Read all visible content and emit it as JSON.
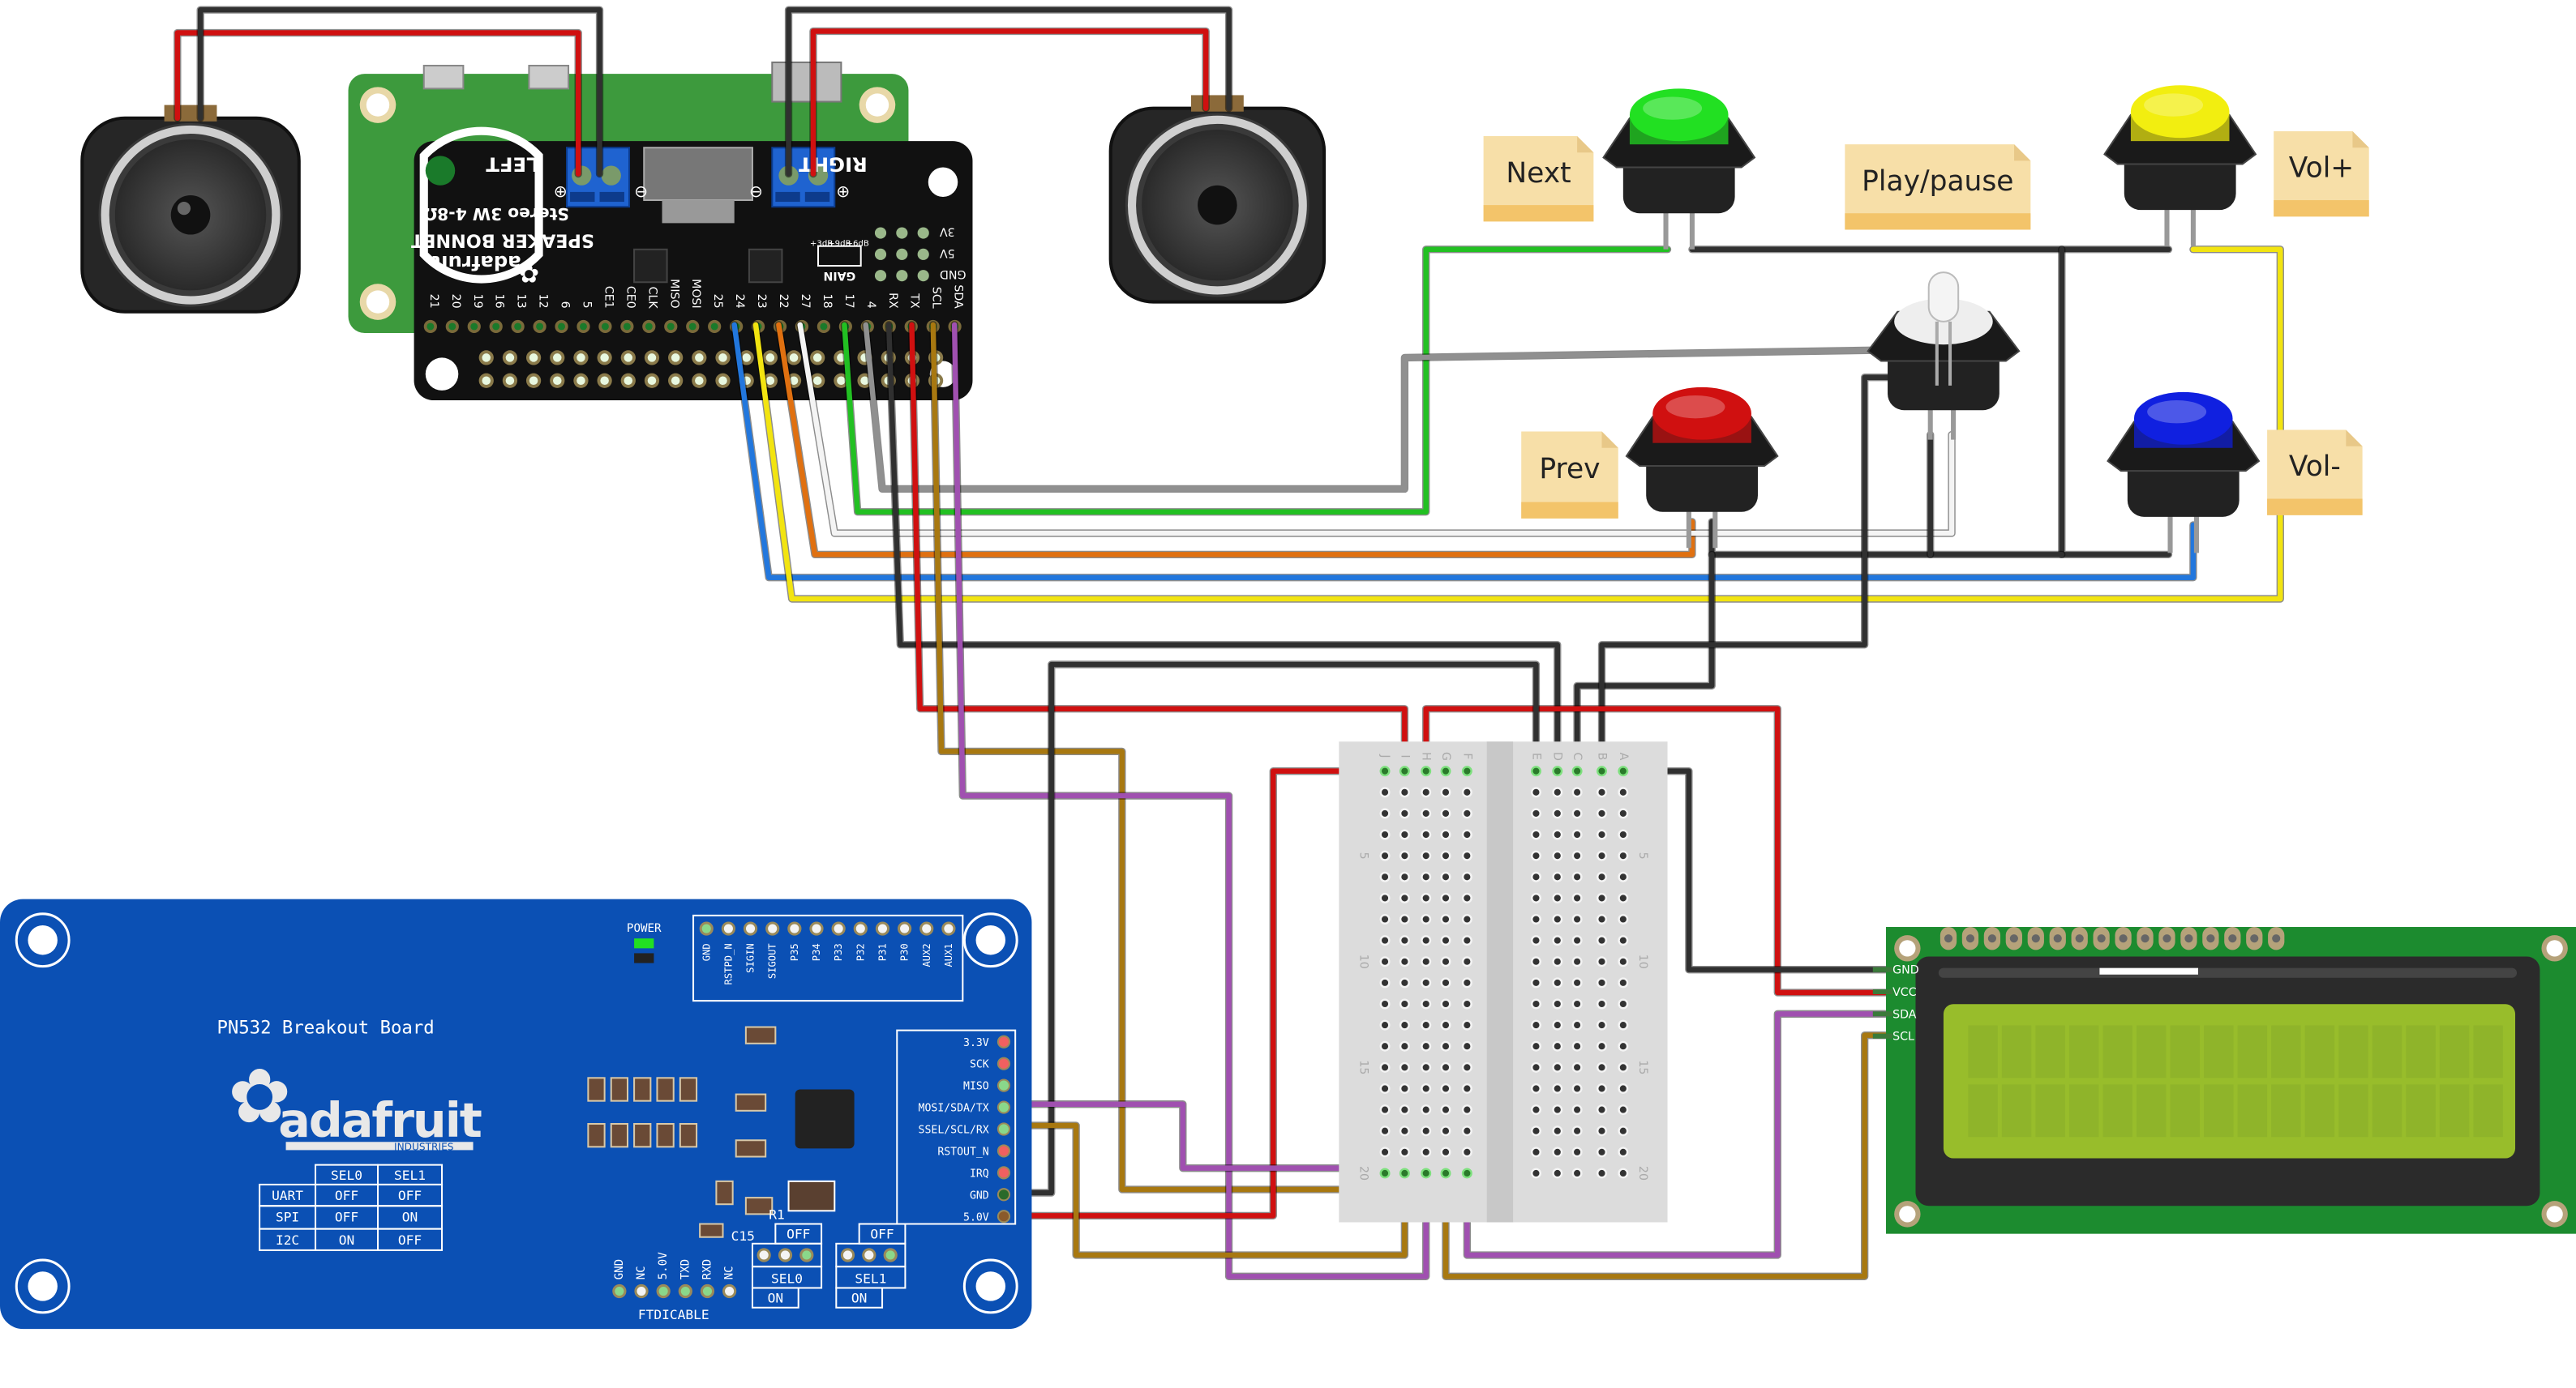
{
  "colors": {
    "pcb_green": "#3d9a3d",
    "bonnet_black": "#111111",
    "pn532_blue": "#0b50b4",
    "lcd_green": "#1c8b2f",
    "lcd_screen": "#98bd2b",
    "breadboard": "#dcdcdc",
    "note": "#f7dfa8",
    "note_strip": "#f3c46a"
  },
  "bonnet": {
    "brand": "adafruit",
    "title": "SPEAKER BONNET",
    "subtitle": "Stereo 3W 4-8Ω",
    "left_label": "LEFT",
    "right_label": "RIGHT",
    "plus": "⊕",
    "minus": "⊖",
    "gain_label": "GAIN",
    "gain_options": [
      "+3dB",
      "+9dB",
      "+6dB"
    ],
    "power_pins": [
      "3V",
      "5V",
      "GND"
    ],
    "gpio_labels": [
      "21",
      "20",
      "19",
      "16",
      "13",
      "12",
      "6",
      "5",
      "CE1",
      "CE0",
      "CLK",
      "MISO",
      "MOSI",
      "25",
      "24",
      "23",
      "22",
      "27",
      "18",
      "17",
      "4",
      "RX",
      "TX",
      "SCL",
      "SDA"
    ]
  },
  "buttons": [
    {
      "label": "Next",
      "color": "#22e022",
      "icon": "push-button"
    },
    {
      "label": "Play/pause",
      "icon": "led"
    },
    {
      "label": "Vol+",
      "color": "#f2ee10",
      "icon": "push-button"
    },
    {
      "label": "Prev",
      "color": "#d01010",
      "icon": "push-button"
    },
    {
      "label": "Vol-",
      "color": "#1020e0",
      "icon": "push-button"
    }
  ],
  "breadboard": {
    "row_letters_left": [
      "J",
      "I",
      "H",
      "G",
      "F"
    ],
    "row_letters_right": [
      "E",
      "D",
      "C",
      "B",
      "A"
    ],
    "row_numbers": [
      "5",
      "10",
      "15",
      "20"
    ]
  },
  "pn532": {
    "title": "PN532 Breakout Board",
    "brand": "adafruit",
    "brand_sub": "INDUSTRIES",
    "power_label": "POWER",
    "top_pins": [
      "GND",
      "RSTPD_N",
      "SIGIN",
      "SIGOUT",
      "P35",
      "P34",
      "P33",
      "P32",
      "P31",
      "P30",
      "AUX2",
      "AUX1"
    ],
    "side_pins": [
      "3.3V",
      "SCK",
      "MISO",
      "MOSI/SDA/TX",
      "SSEL/SCL/RX",
      "RSTOUT_N",
      "IRQ",
      "GND",
      "5.0V"
    ],
    "ftdi_pins": [
      "GND",
      "NC",
      "5.0V",
      "TXD",
      "RXD",
      "NC"
    ],
    "ftdi_label": "FTDICABLE",
    "r1": "R1",
    "c15": "C15",
    "sel0": "SEL0",
    "sel1": "SEL1",
    "off": "OFF",
    "on": "ON",
    "mode_table": {
      "headers": [
        "",
        "SEL0",
        "SEL1"
      ],
      "rows": [
        [
          "UART",
          "OFF",
          "OFF"
        ],
        [
          "SPI",
          "OFF",
          "ON"
        ],
        [
          "I2C",
          "ON",
          "OFF"
        ]
      ]
    }
  },
  "lcd": {
    "pins": [
      "GND",
      "VCC",
      "SDA",
      "SCL"
    ]
  }
}
